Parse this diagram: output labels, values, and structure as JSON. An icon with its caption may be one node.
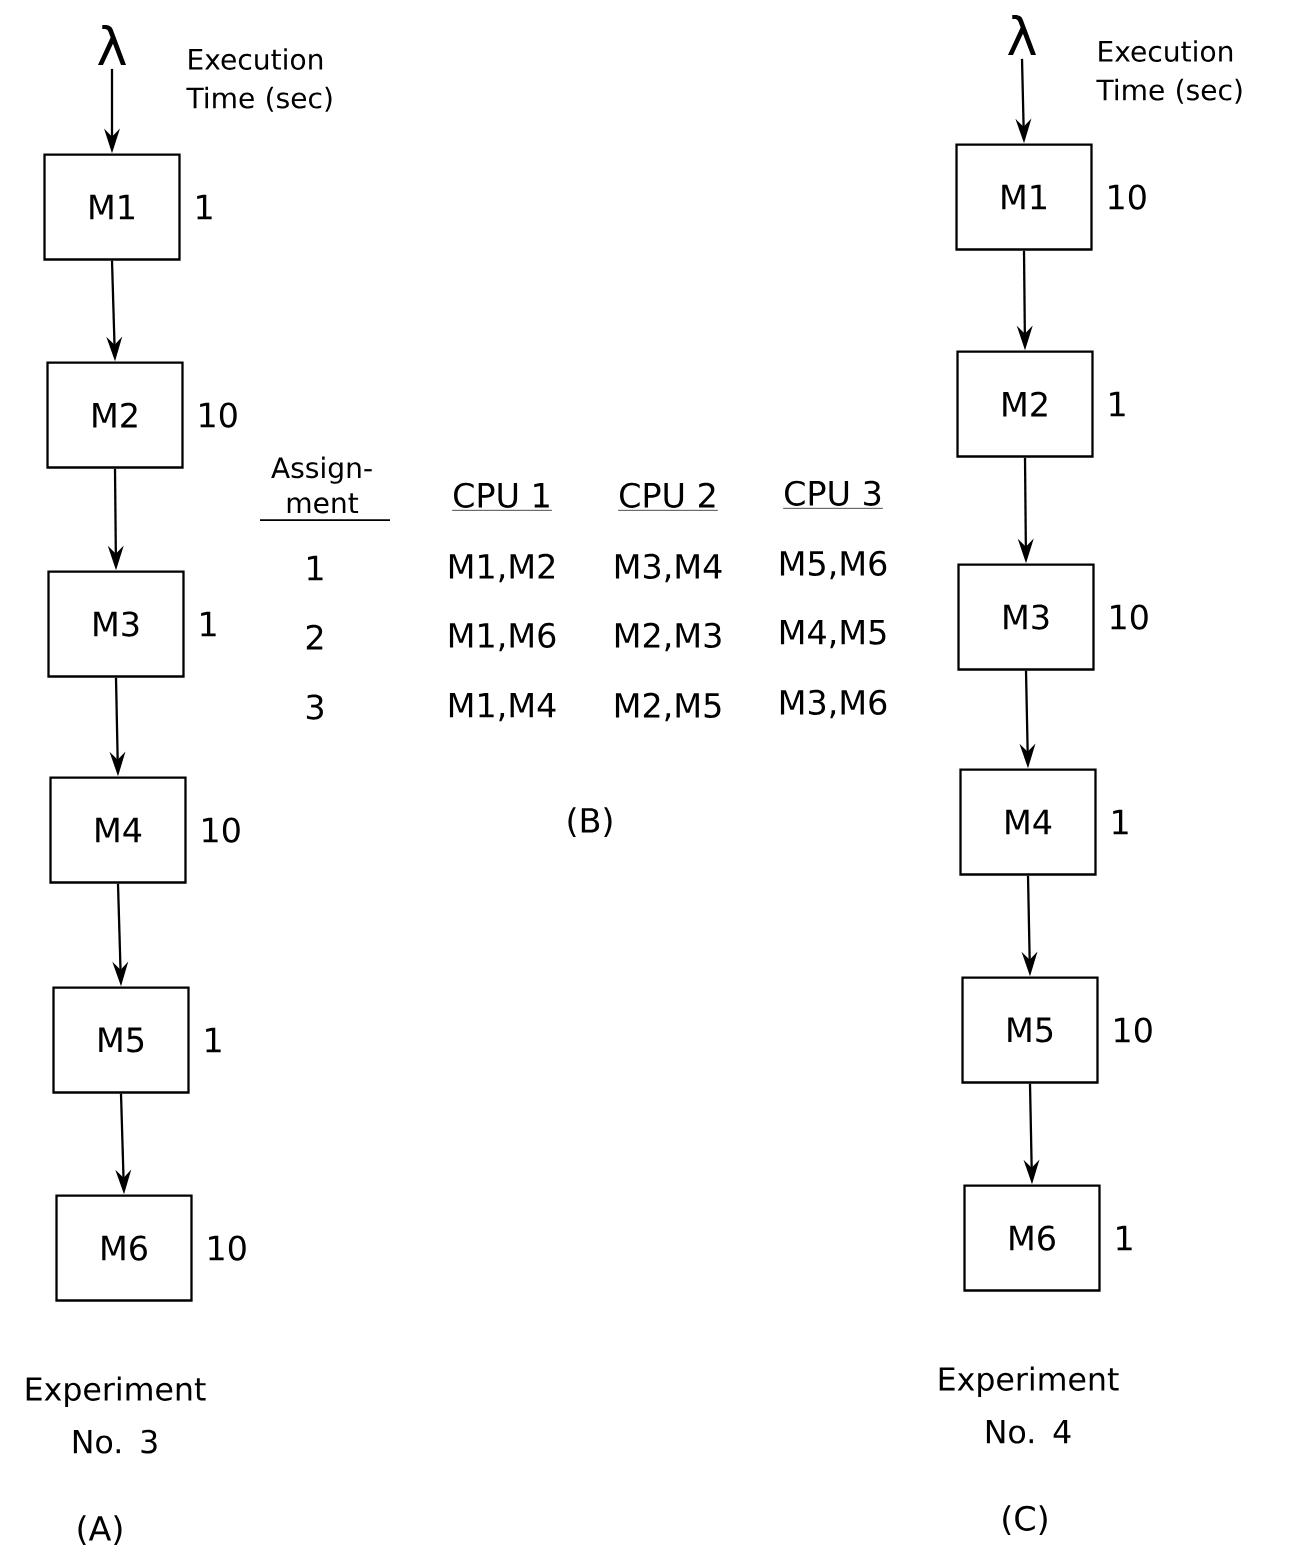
{
  "diagram": {
    "nodes": [
      {
        "text": [
          "λ"
        ]
      },
      {
        "text": [
          "M1"
        ],
        "beside": [
          "1"
        ]
      },
      {
        "text": [
          "M2"
        ],
        "beside": [
          "10"
        ]
      },
      {
        "text": [
          "M3"
        ],
        "beside": [
          "1"
        ]
      },
      {
        "text": [
          "M4"
        ],
        "beside": [
          "10"
        ]
      },
      {
        "text": [
          "M5"
        ],
        "beside": [
          "1"
        ]
      },
      {
        "text": [
          "M6"
        ],
        "beside": [
          "10"
        ]
      },
      {
        "text": [
          "λ"
        ]
      },
      {
        "text": [
          "M1"
        ],
        "beside": [
          "10"
        ]
      },
      {
        "text": [
          "M2"
        ],
        "beside": [
          "1"
        ]
      },
      {
        "text": [
          "M3"
        ],
        "beside": [
          "10"
        ]
      },
      {
        "text": [
          "M4"
        ],
        "beside": [
          "1"
        ]
      },
      {
        "text": [
          "M5"
        ],
        "beside": [
          "10"
        ]
      },
      {
        "text": [
          "M6"
        ],
        "beside": [
          "1"
        ]
      }
    ],
    "edges": [
      {
        "from": 0,
        "to": 1,
        "arrow": "to"
      },
      {
        "from": 1,
        "to": 2,
        "arrow": "to"
      },
      {
        "from": 2,
        "to": 3,
        "arrow": "to"
      },
      {
        "from": 3,
        "to": 4,
        "arrow": "to"
      },
      {
        "from": 4,
        "to": 5,
        "arrow": "to"
      },
      {
        "from": 5,
        "to": 6,
        "arrow": "to"
      },
      {
        "from": 7,
        "to": 8,
        "arrow": "to"
      },
      {
        "from": 8,
        "to": 9,
        "arrow": "to"
      },
      {
        "from": 9,
        "to": 10,
        "arrow": "to"
      },
      {
        "from": 10,
        "to": 11,
        "arrow": "to"
      },
      {
        "from": 11,
        "to": 12,
        "arrow": "to"
      },
      {
        "from": 12,
        "to": 13,
        "arrow": "to"
      }
    ],
    "labels": [
      "Execution Time (sec)",
      "Execution Time (sec)",
      "Assign- ment",
      "CPU 1",
      "CPU 2",
      "CPU 3",
      "1",
      "M1,M2",
      "M3,M4",
      "M5,M6",
      "2",
      "M1,M6",
      "M2,M3",
      "M4,M5",
      "3",
      "M1,M4",
      "M2,M5",
      "M3,M6",
      "(B)",
      "Experiment No. 3",
      "(A)",
      "Experiment No. 4",
      "(C)"
    ]
  }
}
